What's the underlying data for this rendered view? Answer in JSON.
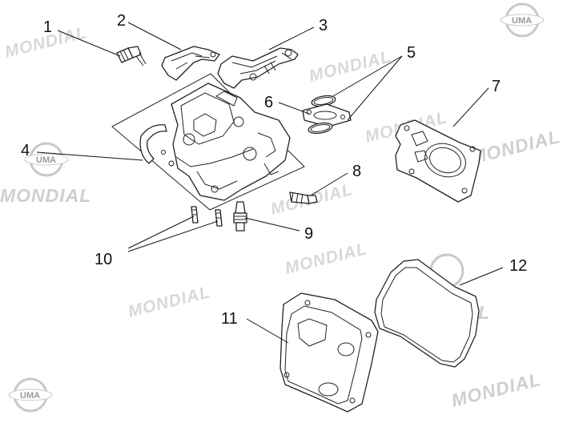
{
  "watermarks": {
    "brand": "MONDIAL",
    "logo": "UMA"
  },
  "callouts": {
    "c1": "1",
    "c2": "2",
    "c3": "3",
    "c4": "4",
    "c5": "5",
    "c6": "6",
    "c7": "7",
    "c8": "8",
    "c9": "9",
    "c10": "10",
    "c11": "11",
    "c12": "12"
  }
}
